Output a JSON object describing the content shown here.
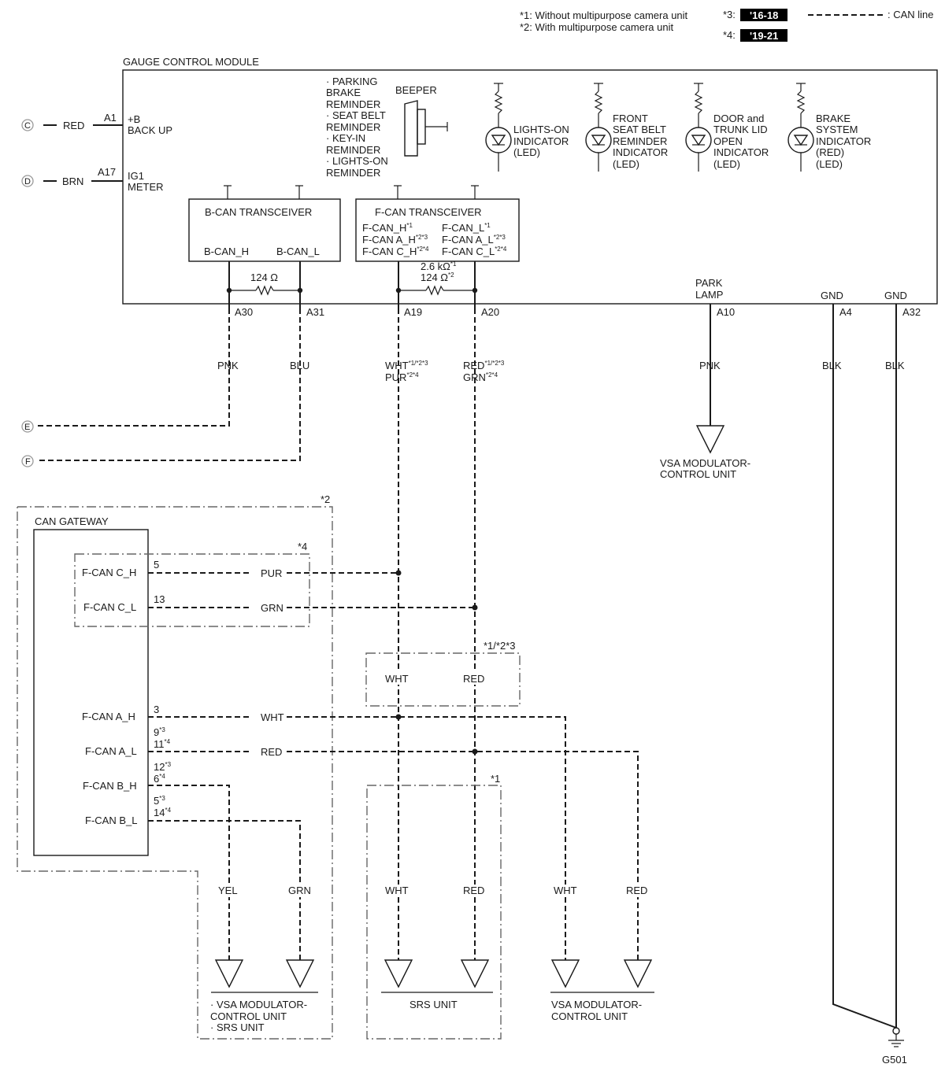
{
  "legend": {
    "note1": "*1: Without multipurpose camera unit",
    "note2": "*2: With multipurpose camera unit",
    "note3_label": "*3:",
    "note3_badge": "'16-18",
    "note4_label": "*4:",
    "note4_badge": "'19-21",
    "can_line": ": CAN line"
  },
  "gauge": {
    "title": "GAUGE CONTROL MODULE",
    "a1_pin": "A1",
    "a1_l1": "+B",
    "a1_l2": "BACK UP",
    "a17_pin": "A17",
    "a17_l1": "IG1",
    "a17_l2": "METER",
    "c_conn": "C",
    "c_wire": "RED",
    "d_conn": "D",
    "d_wire": "BRN",
    "reminders": [
      "· PARKING",
      "BRAKE",
      "REMINDER",
      "· SEAT BELT",
      "REMINDER",
      "· KEY-IN",
      "REMINDER",
      "· LIGHTS-ON",
      "REMINDER"
    ],
    "beeper": "BEEPER",
    "indicators": [
      [
        "LIGHTS-ON",
        "INDICATOR",
        "(LED)"
      ],
      [
        "FRONT",
        "SEAT BELT",
        "REMINDER",
        "INDICATOR",
        "(LED)"
      ],
      [
        "DOOR and",
        "TRUNK LID",
        "OPEN",
        "INDICATOR",
        "(LED)"
      ],
      [
        "BRAKE",
        "SYSTEM",
        "INDICATOR",
        "(RED)",
        "(LED)"
      ]
    ],
    "bcan_title": "B-CAN TRANSCEIVER",
    "bcan_h": "B-CAN_H",
    "bcan_l": "B-CAN_L",
    "bcan_res": "124 Ω",
    "fcan_title": "F-CAN TRANSCEIVER",
    "fcan_h1": "F-CAN_H",
    "fcan_h1_sup": "*1",
    "fcan_h2": "F-CAN A_H",
    "fcan_h2_sup": "*2*3",
    "fcan_h3": "F-CAN C_H",
    "fcan_h3_sup": "*2*4",
    "fcan_l1": "F-CAN_L",
    "fcan_l1_sup": "*1",
    "fcan_l2": "F-CAN A_L",
    "fcan_l2_sup": "*2*3",
    "fcan_l3": "F-CAN C_L",
    "fcan_l3_sup": "*2*4",
    "fcan_res1": "2.6 kΩ",
    "fcan_res1_sup": "*1",
    "fcan_res2": "124 Ω",
    "fcan_res2_sup": "*2",
    "park_l1": "PARK",
    "park_l2": "LAMP",
    "gnd1": "GND",
    "gnd2": "GND"
  },
  "pins": {
    "a30": "A30",
    "a31": "A31",
    "a19": "A19",
    "a20": "A20",
    "a10": "A10",
    "a4": "A4",
    "a32": "A32"
  },
  "wires": {
    "pnk1": "PNK",
    "blu": "BLU",
    "wht": "WHT",
    "wht_sup": "*1/*2*3",
    "pur": "PUR",
    "pur_sup": "*2*4",
    "red": "RED",
    "red_sup": "*1/*2*3",
    "grn": "GRN",
    "grn_sup": "*2*4",
    "pnk2": "PNK",
    "blk1": "BLK",
    "blk2": "BLK"
  },
  "connectors": {
    "e": "E",
    "f": "F"
  },
  "vsa_top": [
    "VSA MODULATOR-",
    "CONTROL UNIT"
  ],
  "gateway": {
    "zone_note": "*2",
    "title": "CAN GATEWAY",
    "c_note": "*4",
    "c_h": "F-CAN C_H",
    "c_h_pin": "5",
    "c_h_wire": "PUR",
    "c_l": "F-CAN C_L",
    "c_l_pin": "13",
    "c_l_wire": "GRN",
    "a_h": "F-CAN A_H",
    "a_h_pin": "3",
    "a_h_wire": "WHT",
    "a_l": "F-CAN A_L",
    "a_l_pin1": "9",
    "a_l_pin1_sup": "*3",
    "a_l_pin2": "11",
    "a_l_pin2_sup": "*4",
    "a_l_wire": "RED",
    "b_h": "F-CAN B_H",
    "b_h_pin1": "12",
    "b_h_pin1_sup": "*3",
    "b_h_pin2": "6",
    "b_h_pin2_sup": "*4",
    "b_l": "F-CAN B_L",
    "b_l_pin1": "5",
    "b_l_pin1_sup": "*3",
    "b_l_pin2": "14",
    "b_l_pin2_sup": "*4"
  },
  "splice": {
    "note": "*1/*2*3",
    "wht": "WHT",
    "red": "RED"
  },
  "bottom": {
    "srs_note": "*1",
    "yel": "YEL",
    "grn": "GRN",
    "wht1": "WHT",
    "red1": "RED",
    "wht2": "WHT",
    "red2": "RED",
    "label1": [
      "· VSA MODULATOR-",
      "CONTROL UNIT",
      "· SRS UNIT"
    ],
    "label2": "SRS UNIT",
    "label3": [
      "VSA MODULATOR-",
      "CONTROL UNIT"
    ],
    "ground": "G501"
  }
}
